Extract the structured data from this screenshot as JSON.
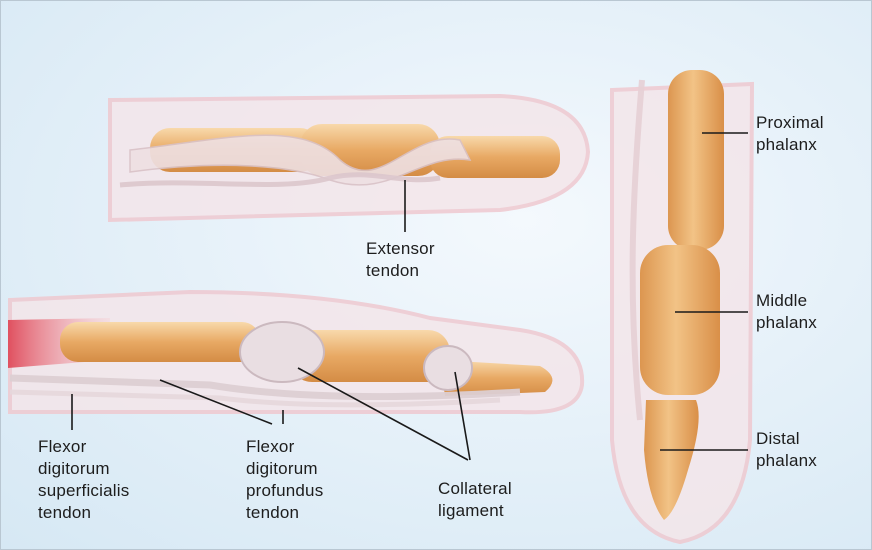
{
  "labels": {
    "extensor_tendon": "Extensor\ntendon",
    "flexor_superficialis": "Flexor\ndigitorum\nsuperficialis\ntendon",
    "flexor_profundus": "Flexor\ndigitorum\nprofundus\ntendon",
    "collateral_ligament": "Collateral\nligament",
    "proximal_phalanx": "Proximal\nphalanx",
    "middle_phalanx": "Middle\nphalanx",
    "distal_phalanx": "Distal\nphalanx"
  },
  "colors": {
    "bone": "#e8a964",
    "bone_light": "#f6d3a1",
    "tendon": "#ecdde0",
    "skin": "#f3e7ea",
    "muscle": "#e5707c",
    "leader": "#1a1a1a"
  }
}
